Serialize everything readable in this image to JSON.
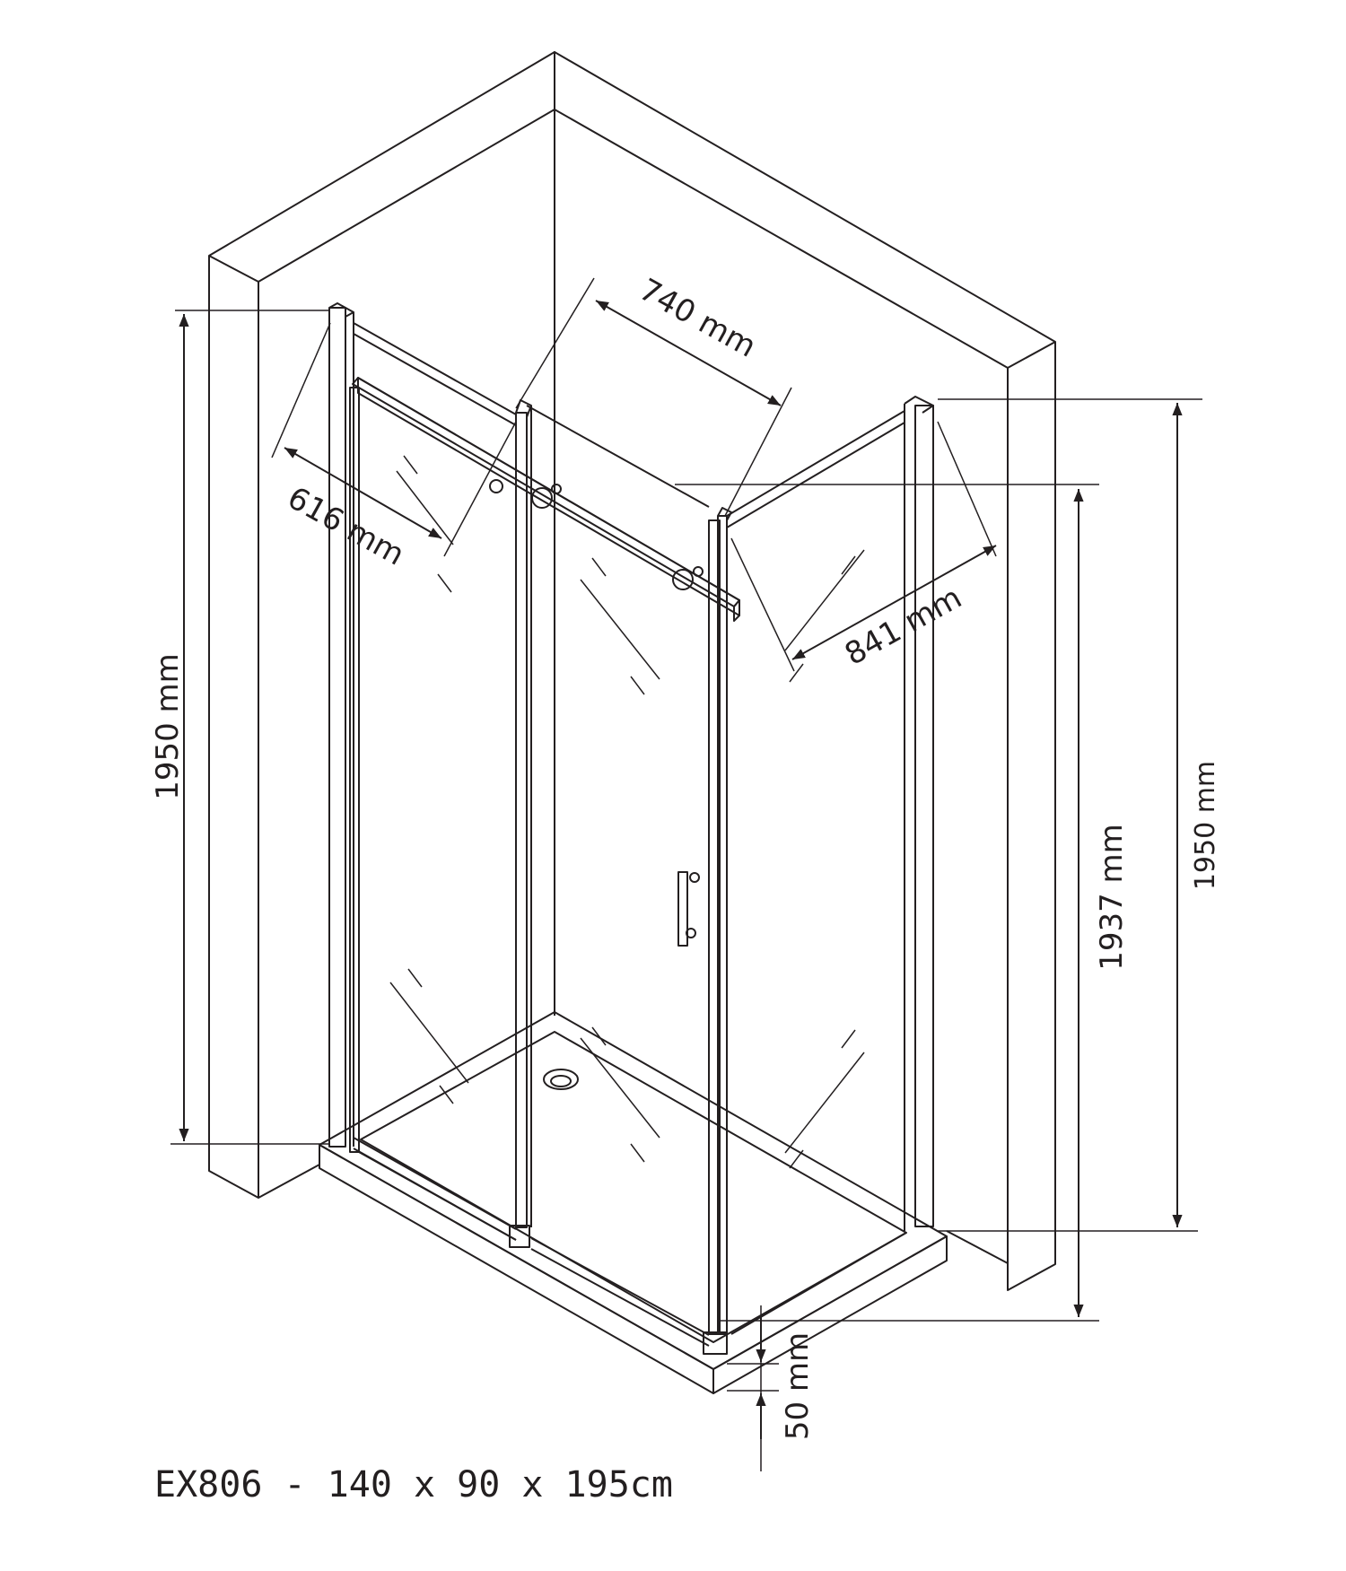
{
  "diagram": {
    "line_color": "#231f20",
    "background": "#ffffff",
    "dimensions": {
      "top_left_depth": "616 mm",
      "top_back_width": "740 mm",
      "top_right_door": "841 mm",
      "left_height": "1950 mm",
      "right_height": "1950 mm",
      "inner_height": "1937 mm",
      "tray_height": "50 mm"
    },
    "caption": "EX806 - 140 x 90 x 195cm"
  }
}
